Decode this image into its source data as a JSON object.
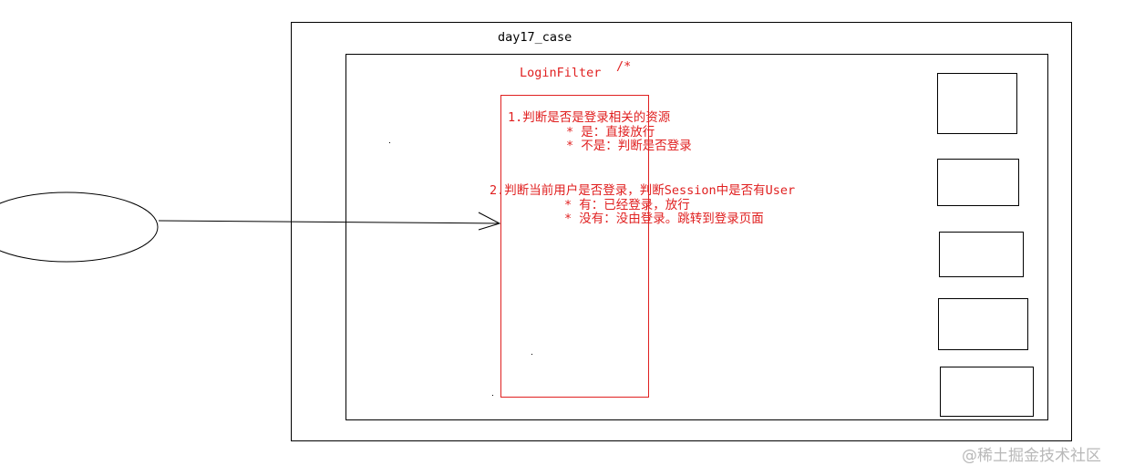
{
  "diagram": {
    "webapp_label": "day17_case",
    "filter_label": "LoginFilter",
    "filter_pattern": "/*",
    "steps": [
      {
        "title": "1.判断是否是登录相关的资源",
        "lines": [
          "* 是：直接放行",
          "* 不是：判断是否登录"
        ]
      },
      {
        "title": "2.判断当前用户是否登录，判断Session中是否有User",
        "lines": [
          "* 有：已经登录，放行",
          "* 没有：没由登录。跳转到登录页面"
        ]
      }
    ],
    "resource_box_count": 5,
    "colors": {
      "filter": "#e02020",
      "lines": "#000000"
    }
  },
  "watermark": "@稀土掘金技术社区"
}
